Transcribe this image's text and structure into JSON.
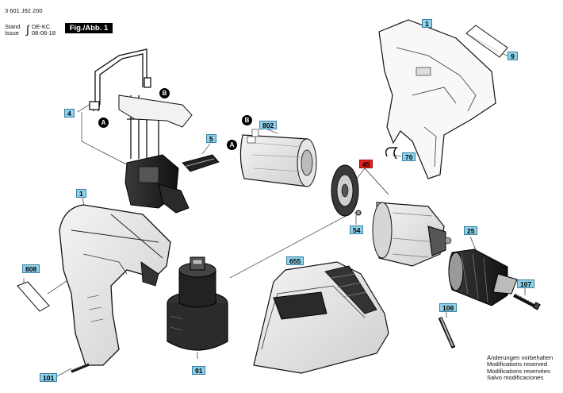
{
  "header": {
    "part_number": "3 601 J92 200",
    "stand_label": "Stand",
    "stand_value": "DE-KC",
    "issue_label": "Issue",
    "issue_value": "08-06-18",
    "figure_label": "Fig./Abb. 1"
  },
  "parts": {
    "p1_housing_half": "1",
    "p1_housing_full": "1",
    "p4": "4",
    "p5": "5",
    "p9": "9",
    "p25": "25",
    "p45": "45",
    "p54": "54",
    "p70": "70",
    "p91": "91",
    "p101": "101",
    "p107": "107",
    "p108": "108",
    "p655": "655",
    "p802": "802",
    "p808": "808"
  },
  "connectors": {
    "a_left": "A",
    "a_motor": "A",
    "b_switch": "B",
    "b_motor": "B"
  },
  "highlight_color": "#e2231a",
  "label_color": "#8fd0ea",
  "notes": [
    "Änderungen vorbehalten",
    "Modifications reserved",
    "Modifications reservées",
    "Salvo modificaciones"
  ]
}
